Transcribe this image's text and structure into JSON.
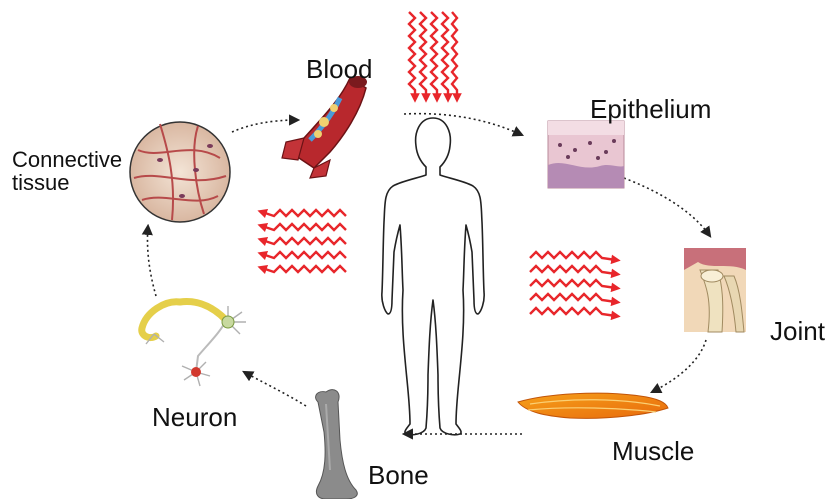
{
  "diagram": {
    "tissues": [
      {
        "id": "blood",
        "label": "Blood"
      },
      {
        "id": "epithelium",
        "label": "Epithelium"
      },
      {
        "id": "joint",
        "label": "Joint"
      },
      {
        "id": "muscle",
        "label": "Muscle"
      },
      {
        "id": "bone",
        "label": "Bone"
      },
      {
        "id": "neuron",
        "label": "Neuron"
      },
      {
        "id": "connective",
        "label": "Connective\ntissue"
      }
    ],
    "cycle_order": [
      "blood",
      "epithelium",
      "joint",
      "muscle",
      "bone",
      "neuron",
      "connective",
      "blood"
    ],
    "colors": {
      "wave": "#e8262b",
      "arrow": "#222222",
      "body_outline": "#222222",
      "label": "#111111"
    },
    "icons": [
      "human-body-outline-icon",
      "blood-vessel-icon",
      "epithelium-tissue-icon",
      "joint-icon",
      "muscle-fiber-icon",
      "bone-icon",
      "neuron-icon",
      "connective-tissue-icon",
      "wave-arrows-icon"
    ]
  }
}
